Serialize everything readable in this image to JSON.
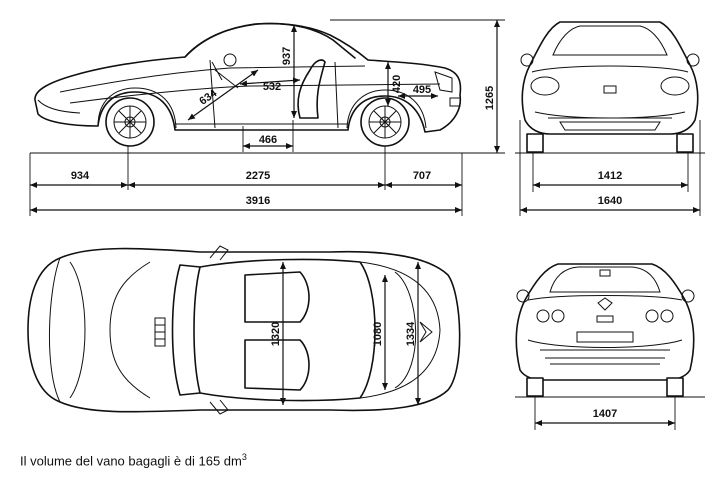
{
  "caption": {
    "text": "Il volume del vano bagagli è di 165 dm",
    "superscript": "3"
  },
  "side_view": {
    "height_1265": "1265",
    "height_937": "937",
    "height_420": "420",
    "diag_634": "634",
    "len_532": "532",
    "len_466": "466",
    "len_495": "495",
    "front_overhang": "934",
    "wheelbase": "2275",
    "rear_overhang": "707",
    "total_length": "3916"
  },
  "front_view": {
    "track": "1412",
    "width": "1640"
  },
  "top_view": {
    "width_1320": "1320",
    "width_1080": "1080",
    "width_1334": "1334"
  },
  "rear_view": {
    "track": "1407"
  }
}
